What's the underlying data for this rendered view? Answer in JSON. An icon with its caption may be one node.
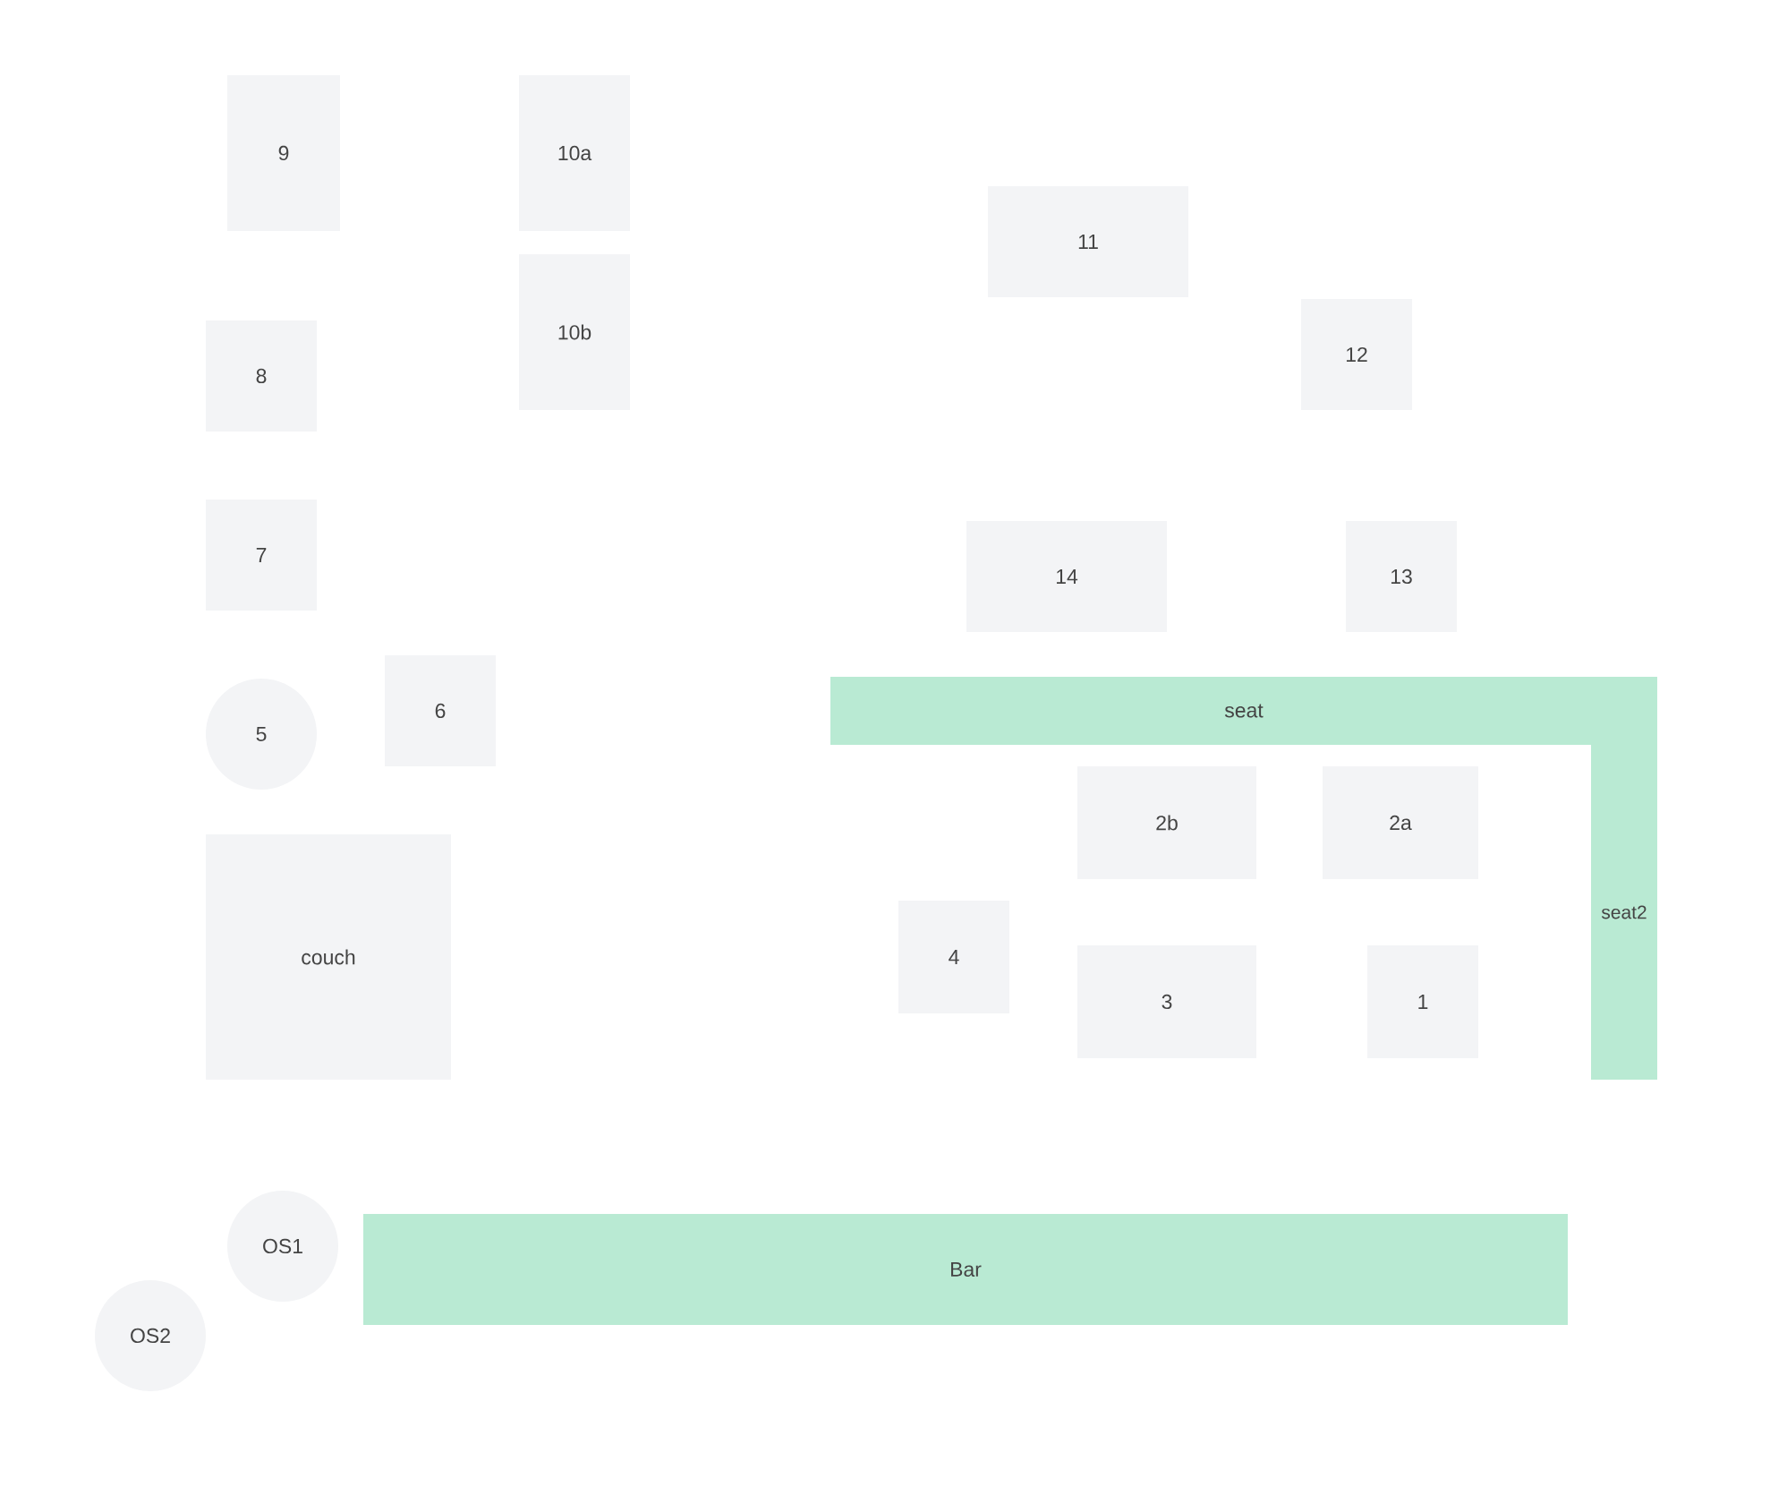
{
  "diagram": {
    "nodes": [
      {
        "text": [
          "9"
        ]
      },
      {
        "text": [
          "10a"
        ]
      },
      {
        "text": [
          "11"
        ]
      },
      {
        "text": [
          "10b"
        ]
      },
      {
        "text": [
          "12"
        ]
      },
      {
        "text": [
          "8"
        ]
      },
      {
        "text": [
          "7"
        ]
      },
      {
        "text": [
          "14"
        ]
      },
      {
        "text": [
          "13"
        ]
      },
      {
        "text": [
          "seat"
        ]
      },
      {
        "text": [
          "6"
        ]
      },
      {
        "text": [
          "5"
        ]
      },
      {
        "text": [
          "2b"
        ]
      },
      {
        "text": [
          "2a"
        ]
      },
      {
        "text": [
          "seat2"
        ]
      },
      {
        "text": [
          "4"
        ]
      },
      {
        "text": [
          "couch"
        ]
      },
      {
        "text": [
          "3"
        ]
      },
      {
        "text": [
          "1"
        ]
      },
      {
        "text": [
          "OS1"
        ]
      },
      {
        "text": [
          "Bar"
        ]
      },
      {
        "text": [
          "OS2"
        ]
      }
    ]
  }
}
